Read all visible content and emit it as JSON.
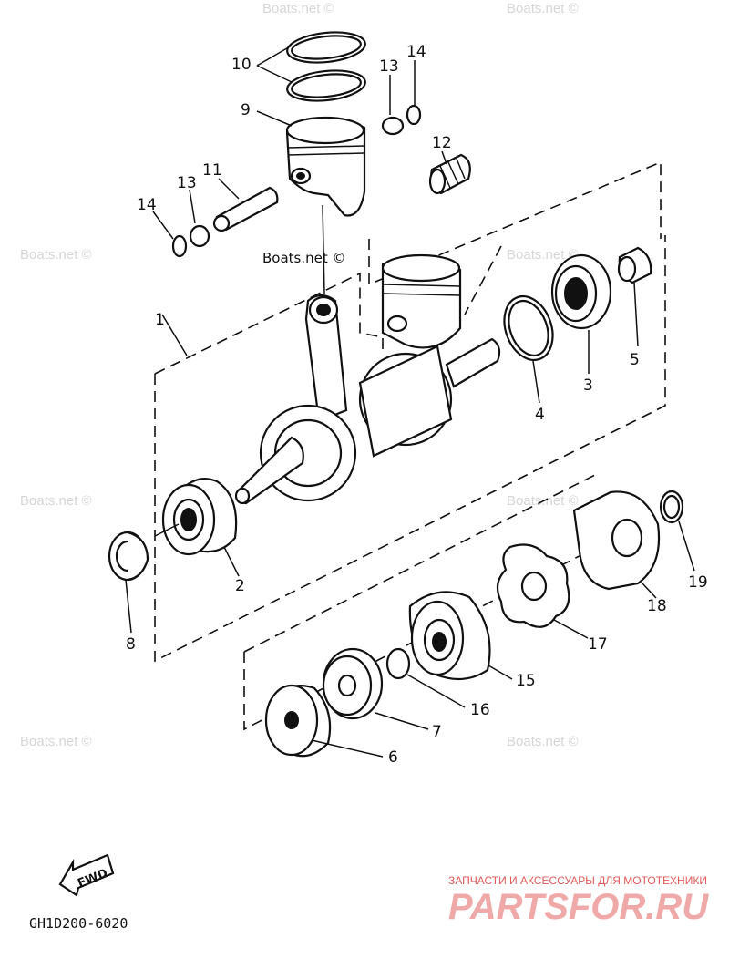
{
  "labels": {
    "p1": "1",
    "p2": "2",
    "p3": "3",
    "p4": "4",
    "p5": "5",
    "p6": "6",
    "p7": "7",
    "p8": "8",
    "p9": "9",
    "p10": "10",
    "p11": "11",
    "p12": "12",
    "p13a": "13",
    "p13b": "13",
    "p14a": "14",
    "p14b": "14",
    "p15": "15",
    "p16": "16",
    "p17": "17",
    "p18": "18",
    "p19": "19"
  },
  "watermark": "Boats.net ©",
  "watermark_center": "Boats.net ©",
  "fwd_label": "FWD",
  "diagram_code": "GH1D200-6020",
  "brand": {
    "tagline": "ЗАПЧАСТИ И АКСЕССУАРЫ ДЛЯ МОТОТЕХНИКИ",
    "name": "PARTSFOR.RU"
  },
  "colors": {
    "line": "#111111",
    "watermark": "#d6d6d6",
    "brand": "#f0a9a9",
    "brand_tagline": "#e05a5a"
  }
}
